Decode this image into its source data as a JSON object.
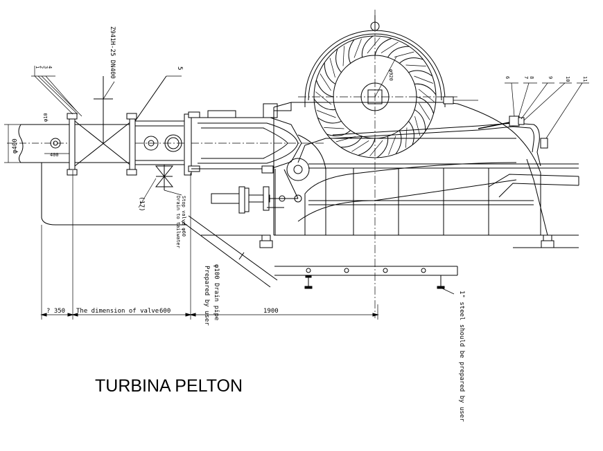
{
  "title": "TURBINA PELTON",
  "callouts": {
    "n1": "1",
    "n2": "2",
    "n3": "3",
    "n4": "4",
    "n5": "5",
    "n6": "6",
    "n7": "7",
    "n8": "8",
    "n9": "9",
    "n10": "10",
    "n11": "11"
  },
  "labels": {
    "valve_spec": "Z941H-25 DN400",
    "phi10": "φ10",
    "phi400": "φ400",
    "dim_400": "400",
    "runner_dia": "φ920",
    "stop_valve": "Stop valve φ60",
    "drain_tailwater": "Drain to tailwater",
    "item17": "(17)",
    "drain_pipe": "φ100 Drain pipe",
    "prepared_by_user": "Prepared by user",
    "steel_note": "1\" steel should be prepared by user"
  },
  "dimensions": {
    "d1": "? 350",
    "valve_note": "The dimension of valve",
    "d2": "600",
    "d3": "1900"
  }
}
